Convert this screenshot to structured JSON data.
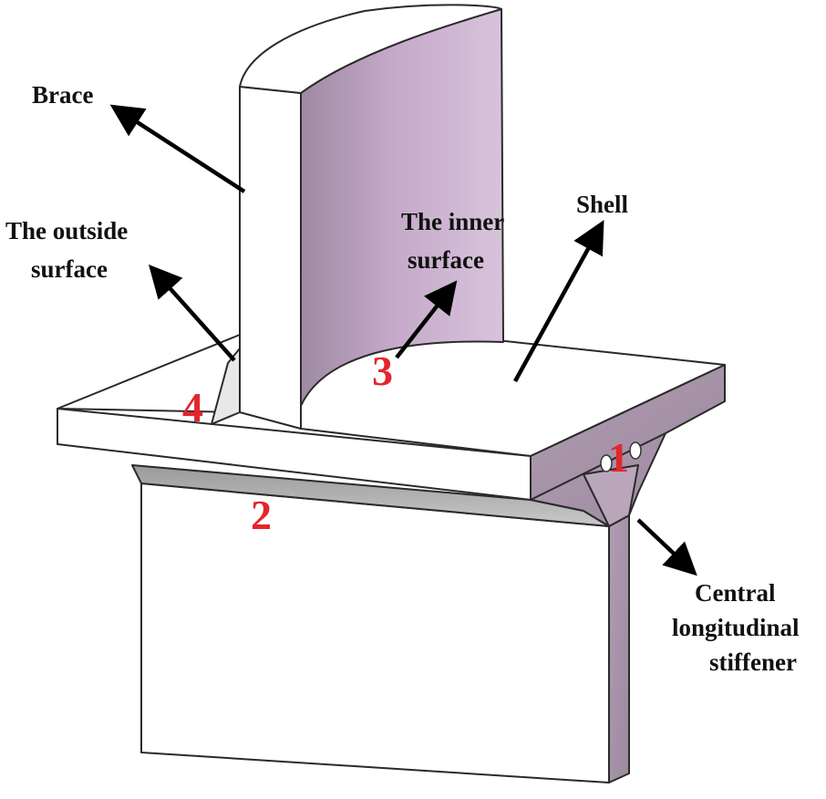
{
  "labels": {
    "brace": "Brace",
    "outside_line1": "The outside",
    "outside_line2": "surface",
    "inner_line1": "The inner",
    "inner_line2": "surface",
    "shell": "Shell",
    "stiffener_line1": "Central",
    "stiffener_line2": "longitudinal",
    "stiffener_line3": "stiffener"
  },
  "markers": [
    "1",
    "2",
    "3",
    "4"
  ],
  "colors": {
    "marker": "#e3262d",
    "inner_surface": "#c9b0cc",
    "stiffener_face": "#a894a8",
    "shadow_face": "#b5b5b5",
    "body_face": "#ffffff",
    "arrow": "#000000"
  }
}
